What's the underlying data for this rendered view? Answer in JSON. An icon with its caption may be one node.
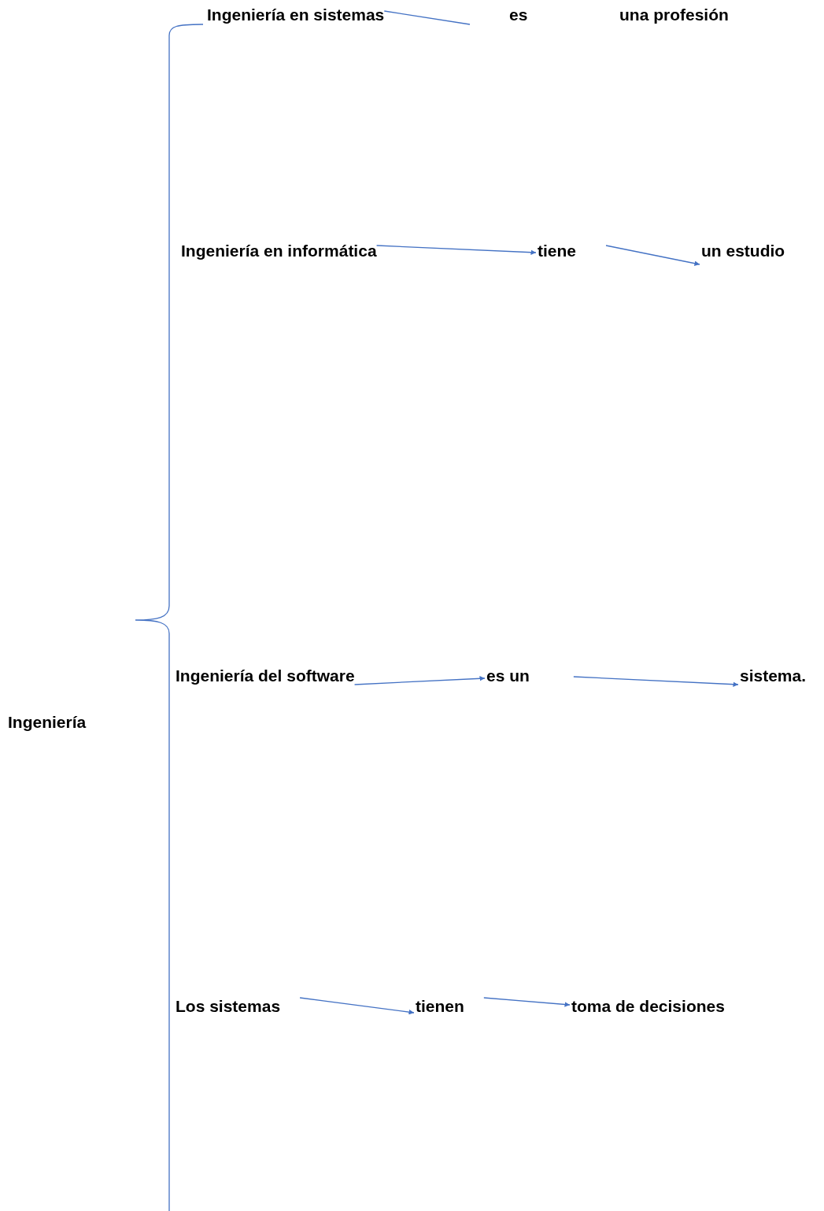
{
  "diagram": {
    "nodes": [
      {
        "text": [
          "Ingeniería"
        ]
      },
      {
        "text": [
          "Ingeniería en sistemas"
        ]
      },
      {
        "text": [
          "es"
        ]
      },
      {
        "text": [
          "una profesión"
        ]
      },
      {
        "text": [
          "Ingeniería en informática"
        ]
      },
      {
        "text": [
          "tiene"
        ]
      },
      {
        "text": [
          "un estudio"
        ]
      },
      {
        "text": [
          "Ingeniería del software"
        ]
      },
      {
        "text": [
          "es un"
        ]
      },
      {
        "text": [
          "sistema."
        ]
      },
      {
        "text": [
          "Los sistemas"
        ]
      },
      {
        "text": [
          "tienen"
        ]
      },
      {
        "text": [
          "toma de decisiones"
        ]
      }
    ],
    "edges": [
      {
        "from": 1,
        "to": null,
        "arrow": "none"
      },
      {
        "from": 4,
        "to": 5,
        "arrow": "to"
      },
      {
        "from": 5,
        "to": 6,
        "arrow": "to"
      },
      {
        "from": 7,
        "to": 8,
        "arrow": "to"
      },
      {
        "from": 8,
        "to": 9,
        "arrow": "to"
      },
      {
        "from": 10,
        "to": 11,
        "arrow": "to"
      },
      {
        "from": 11,
        "to": 12,
        "arrow": "to"
      }
    ]
  }
}
